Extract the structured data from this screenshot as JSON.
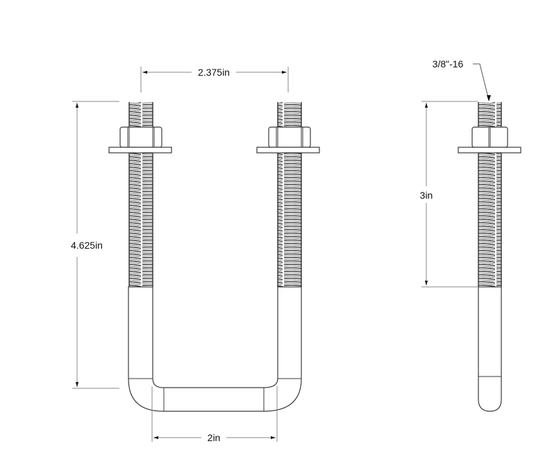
{
  "drawing": {
    "title": "U-Bolt technical drawing",
    "views": [
      "front-view",
      "side-view"
    ],
    "dimensions": {
      "leg_spacing": "2.375in",
      "overall_height": "4.625in",
      "inner_width": "2in",
      "thread_length": "3in",
      "thread_spec": "3/8\"-16"
    },
    "colors": {
      "line": "#3a3a3a",
      "dimension_line": "#8a8a8a",
      "background": "#ffffff"
    }
  }
}
